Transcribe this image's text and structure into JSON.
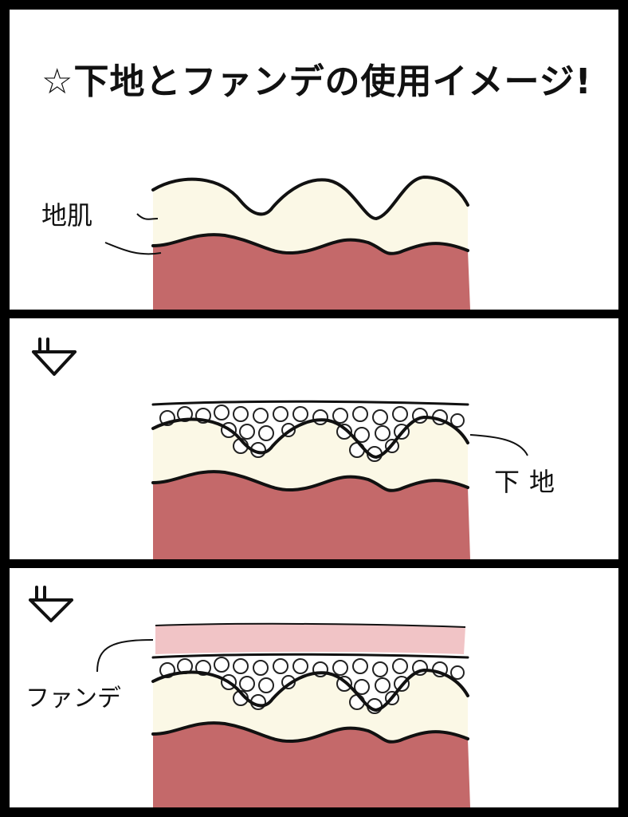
{
  "title": "☆下地とファンデの使用イメージ!",
  "labels": {
    "skin": "地肌",
    "primer": "下地",
    "foundation": "ファンデ"
  },
  "colors": {
    "border": "#000000",
    "panel_background": "#ffffff",
    "skin_base": "#c4696a",
    "skin_top": "#fbf8e6",
    "foundation_layer": "#f1c4c6",
    "primer_beads": "#ffffff"
  },
  "icons": [
    "down-arrow-icon",
    "down-arrow-icon"
  ]
}
